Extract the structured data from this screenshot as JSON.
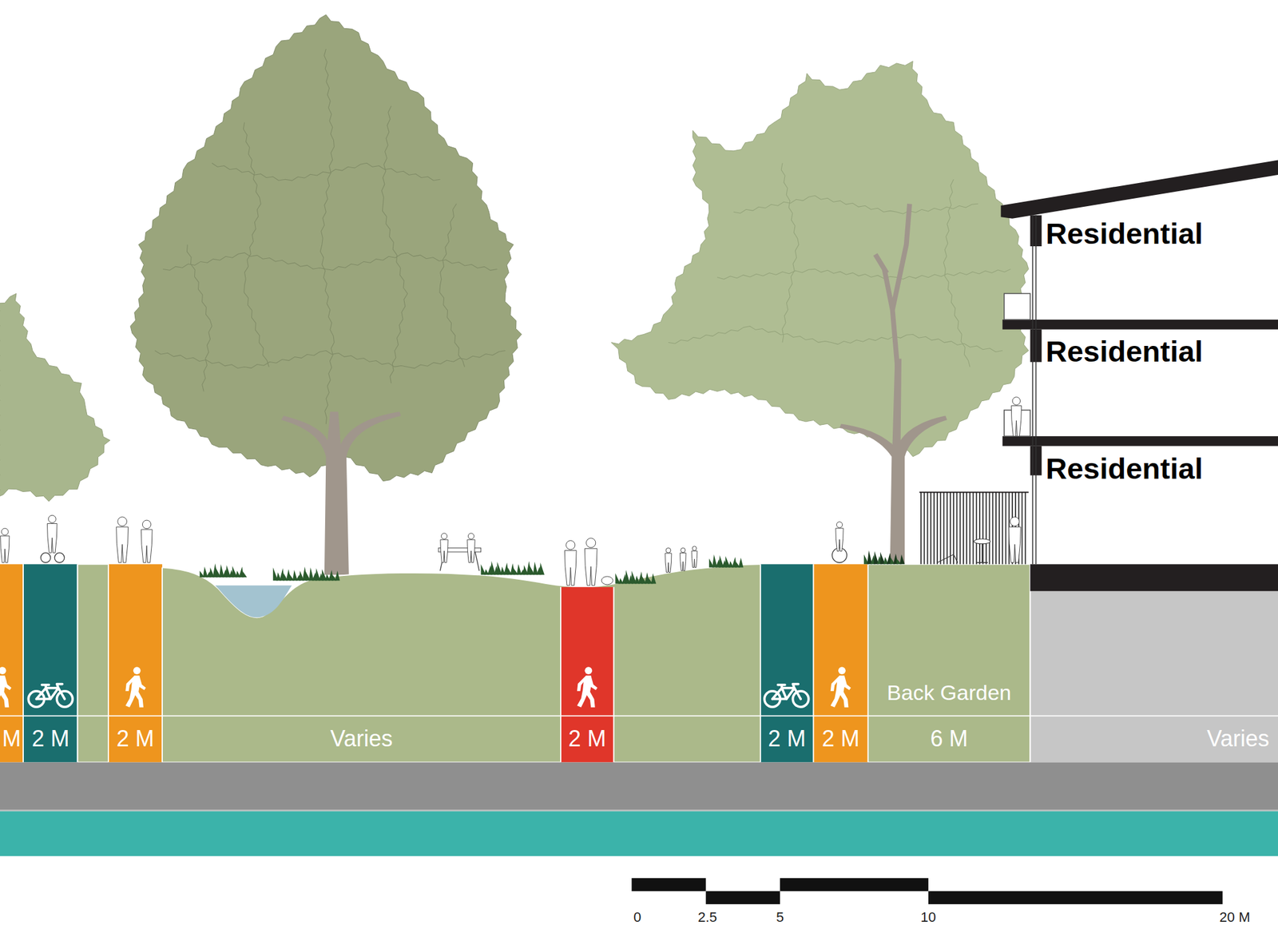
{
  "diagram": {
    "nodes": [
      {
        "text": [
          "M"
        ]
      },
      {
        "text": [
          "2 M"
        ]
      },
      {
        "text": [
          "2 M"
        ]
      },
      {
        "text": [
          "Varies"
        ]
      },
      {
        "text": [
          "2 M"
        ]
      },
      {
        "text": [
          "2 M"
        ]
      },
      {
        "text": [
          "2 M"
        ]
      },
      {
        "text": [
          "Back Garden",
          "6 M"
        ]
      },
      {
        "text": [
          "Varies"
        ]
      }
    ],
    "labels": [
      "Residential",
      "Residential",
      "Residential",
      "0",
      "2.5",
      "5",
      "10",
      "20 M"
    ]
  }
}
